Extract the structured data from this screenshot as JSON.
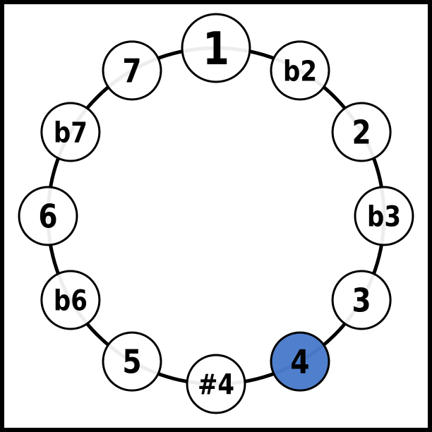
{
  "diagram": {
    "notes": [
      "1",
      "b2",
      "2",
      "b3",
      "3",
      "4",
      "#4",
      "5",
      "b6",
      "6",
      "b7",
      "7"
    ],
    "highlighted": "4",
    "colors": {
      "highlight": "#4a7ccb",
      "node_fill": "#ffffff",
      "stroke": "#000000"
    }
  }
}
